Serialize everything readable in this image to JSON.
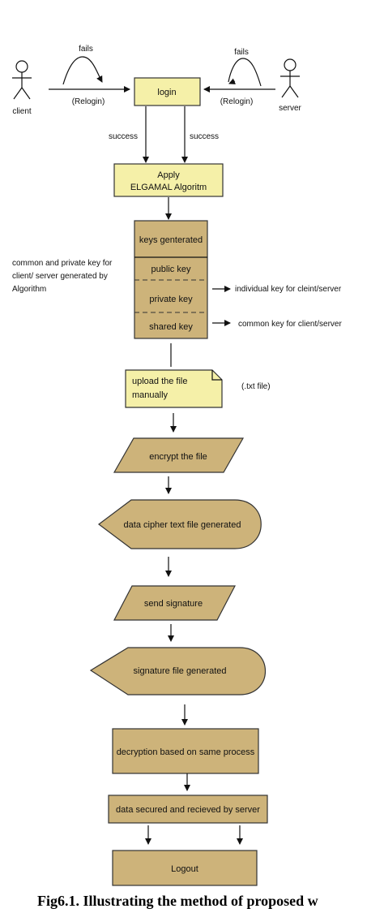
{
  "actors": {
    "client": "client",
    "server": "server"
  },
  "edges": {
    "fails": "fails",
    "relogin": "(Relogin)",
    "success": "success"
  },
  "nodes": {
    "login": "login",
    "apply_line1": "Apply",
    "apply_line2": "ELGAMAL Algoritm",
    "keys_header": "keys genterated",
    "public_key": "public key",
    "private_key": "private key",
    "shared_key": "shared key",
    "upload_line1": "upload the file",
    "upload_line2": "manually",
    "encrypt": "encrypt the file",
    "cipher": "data cipher text file generated",
    "send_signature": "send signature",
    "signature_file": "signature file generated",
    "decryption": "decryption based on same process",
    "secured": "data secured and recieved by server",
    "logout": "Logout"
  },
  "annotations": {
    "common_private_line1": "common and private key for",
    "common_private_line2": "client/ server generated by",
    "common_private_line3": "Algorithm",
    "individual_key": "individual key for cleint/server",
    "common_key": "common key for client/server",
    "txt_file": "(.txt file)"
  },
  "caption": "Fig6.1. Illustrating the method of proposed w",
  "colors": {
    "yellow_box": "#f5f0a8",
    "tan_box": "#cdb37a",
    "outline": "#333333"
  }
}
